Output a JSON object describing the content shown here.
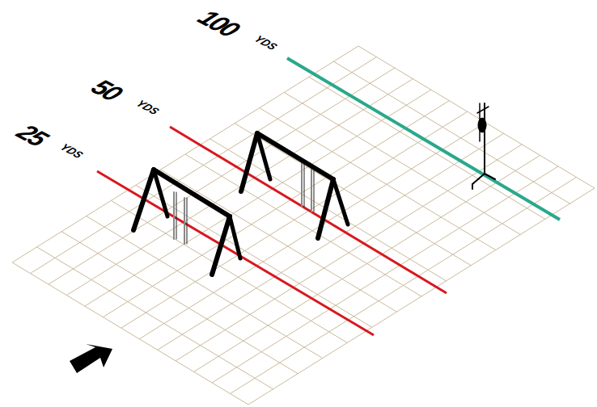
{
  "diagram": {
    "labels": [
      "25",
      "YDS",
      "50",
      "YDS",
      "100",
      "YDS"
    ]
  }
}
